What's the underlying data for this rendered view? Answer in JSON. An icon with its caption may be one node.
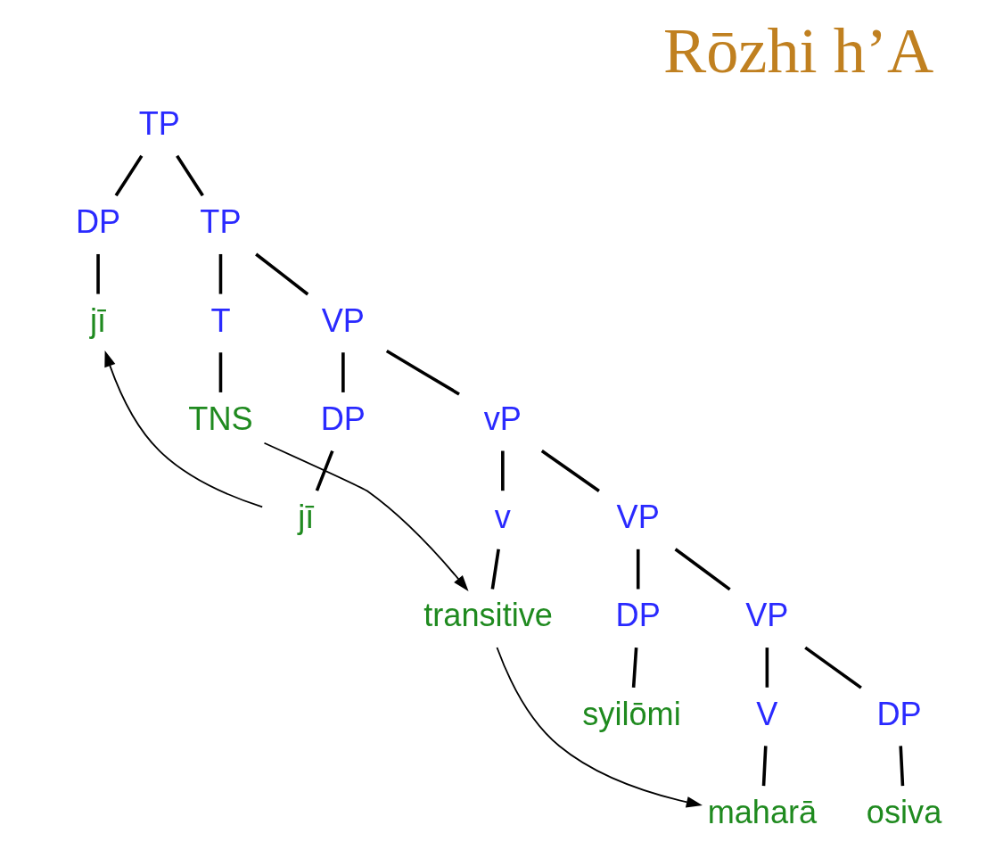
{
  "diagram": {
    "title": "Rōzhi h’A",
    "nodes": [
      {
        "text": [
          "TP"
        ]
      },
      {
        "text": [
          "DP"
        ]
      },
      {
        "text": [
          "TP"
        ]
      },
      {
        "text": [
          "jī"
        ]
      },
      {
        "text": [
          "T"
        ]
      },
      {
        "text": [
          "VP"
        ]
      },
      {
        "text": [
          "TNS"
        ]
      },
      {
        "text": [
          "DP"
        ]
      },
      {
        "text": [
          "vP"
        ]
      },
      {
        "text": [
          "jī"
        ]
      },
      {
        "text": [
          "v"
        ]
      },
      {
        "text": [
          "VP"
        ]
      },
      {
        "text": [
          "transitive"
        ]
      },
      {
        "text": [
          "DP"
        ]
      },
      {
        "text": [
          "VP"
        ]
      },
      {
        "text": [
          "syilōmi"
        ]
      },
      {
        "text": [
          "V"
        ]
      },
      {
        "text": [
          "DP"
        ]
      },
      {
        "text": [
          "maharā"
        ]
      },
      {
        "text": [
          "osiva"
        ]
      }
    ],
    "edges": [
      {
        "from": 0,
        "to": 1,
        "arrow": "none"
      },
      {
        "from": 0,
        "to": 2,
        "arrow": "none"
      },
      {
        "from": 1,
        "to": 3,
        "arrow": "none"
      },
      {
        "from": 2,
        "to": 4,
        "arrow": "none"
      },
      {
        "from": 2,
        "to": 5,
        "arrow": "none"
      },
      {
        "from": 4,
        "to": 6,
        "arrow": "none"
      },
      {
        "from": 5,
        "to": 7,
        "arrow": "none"
      },
      {
        "from": 5,
        "to": 8,
        "arrow": "none"
      },
      {
        "from": 7,
        "to": 9,
        "arrow": "none"
      },
      {
        "from": 8,
        "to": 10,
        "arrow": "none"
      },
      {
        "from": 8,
        "to": 11,
        "arrow": "none"
      },
      {
        "from": 10,
        "to": 12,
        "arrow": "none"
      },
      {
        "from": 11,
        "to": 13,
        "arrow": "none"
      },
      {
        "from": 11,
        "to": 14,
        "arrow": "none"
      },
      {
        "from": 13,
        "to": 15,
        "arrow": "none"
      },
      {
        "from": 14,
        "to": 16,
        "arrow": "none"
      },
      {
        "from": 14,
        "to": 17,
        "arrow": "none"
      },
      {
        "from": 16,
        "to": 18,
        "arrow": "none"
      },
      {
        "from": 17,
        "to": 19,
        "arrow": "none"
      },
      {
        "from": 9,
        "to": 3,
        "arrow": "to"
      },
      {
        "from": 6,
        "to": 12,
        "arrow": "to"
      },
      {
        "from": 12,
        "to": 18,
        "arrow": "to"
      }
    ]
  }
}
